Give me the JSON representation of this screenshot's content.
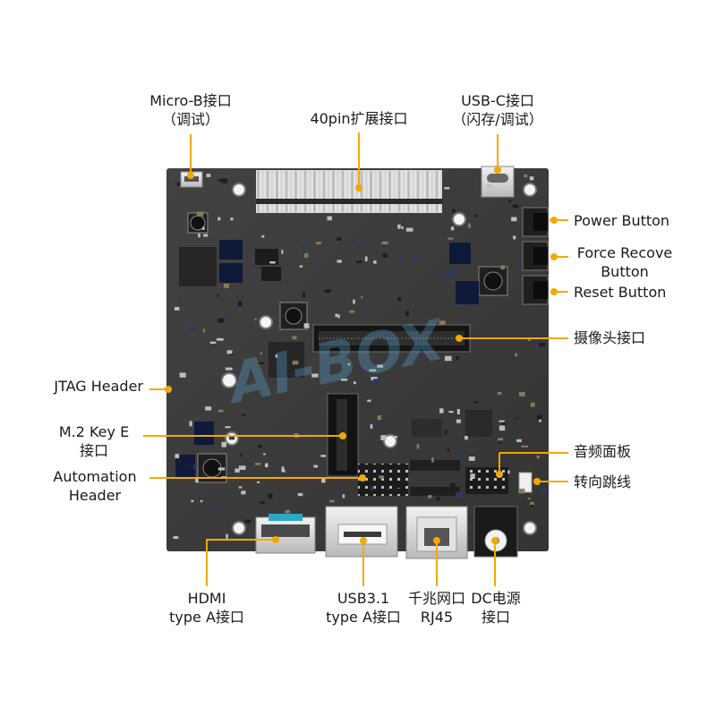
{
  "watermark": "AI-BOX",
  "colors": {
    "accent": "#f5a800",
    "board": "#3b3b3b",
    "label": "#1a1a1a"
  },
  "labels": {
    "micro_b": [
      "Micro-B接口",
      "（调试）"
    ],
    "pin40": [
      "40pin扩展接口"
    ],
    "usbc": [
      "USB-C接口",
      "（闪存/调试）"
    ],
    "power_button": [
      "Power Button"
    ],
    "force_recovery": [
      "Force Recove",
      "Button"
    ],
    "reset_button": [
      "Reset Button"
    ],
    "camera": [
      "摄像头接口"
    ],
    "jtag": [
      "JTAG Header"
    ],
    "m2": [
      "M.2 Key E",
      "接口"
    ],
    "automation": [
      "Automation",
      "Header"
    ],
    "audio": [
      "音频面板"
    ],
    "jumper": [
      "转向跳线"
    ],
    "hdmi": [
      "HDMI",
      "type A接口"
    ],
    "usb31": [
      "USB3.1",
      "type A接口"
    ],
    "rj45": [
      "千兆网口",
      "RJ45"
    ],
    "dc": [
      "DC电源",
      "接口"
    ]
  }
}
